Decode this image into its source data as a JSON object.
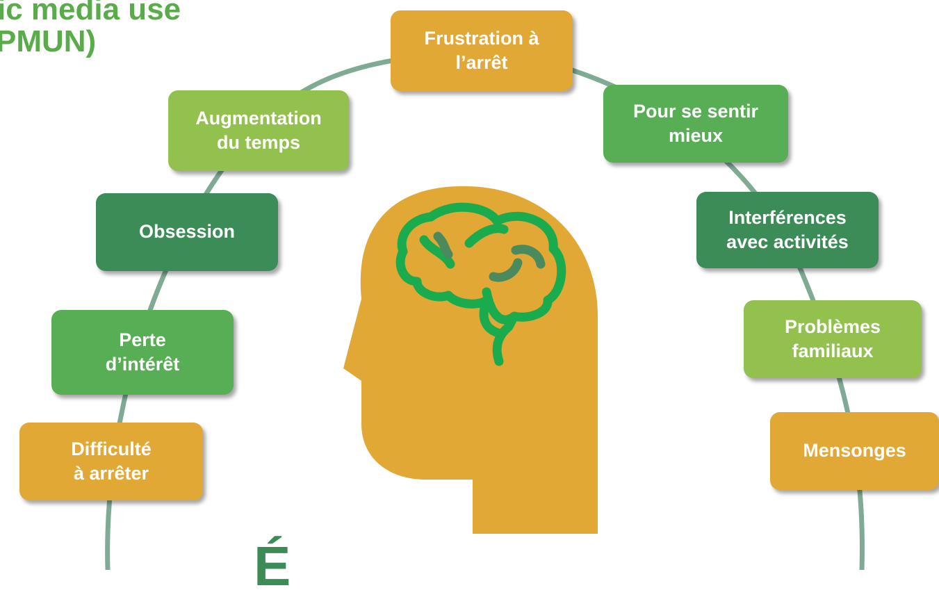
{
  "title": {
    "line1": "ic media use",
    "line2": "PMUN)"
  },
  "nodes": [
    {
      "id": "frustration",
      "label": "Frustration à\nl’arrêt",
      "color": "#e2a835"
    },
    {
      "id": "augmentation",
      "label": "Augmentation\ndu temps",
      "color": "#92c14e"
    },
    {
      "id": "pour-se-sentir",
      "label": "Pour se sentir\nmieux",
      "color": "#58ae55"
    },
    {
      "id": "obsession",
      "label": "Obsession",
      "color": "#3b8c57"
    },
    {
      "id": "interferences",
      "label": "Interférences\navec activités",
      "color": "#3b8c57"
    },
    {
      "id": "perte",
      "label": "Perte\nd’intérêt",
      "color": "#58ae55"
    },
    {
      "id": "problemes",
      "label": "Problèmes\nfamiliaux",
      "color": "#92c14e"
    },
    {
      "id": "difficulte",
      "label": "Difficulté\nà arrêter",
      "color": "#e2a835"
    },
    {
      "id": "mensonges",
      "label": "Mensonges",
      "color": "#e2a835"
    }
  ],
  "center_icon": "head-with-brain-icon",
  "bottom_glyph": "É",
  "colors": {
    "arc": "#7fab95",
    "head": "#e2a835",
    "brain": "#1aab4e",
    "brain_inner": "#4a8a5c",
    "title": "#5aac4b"
  }
}
